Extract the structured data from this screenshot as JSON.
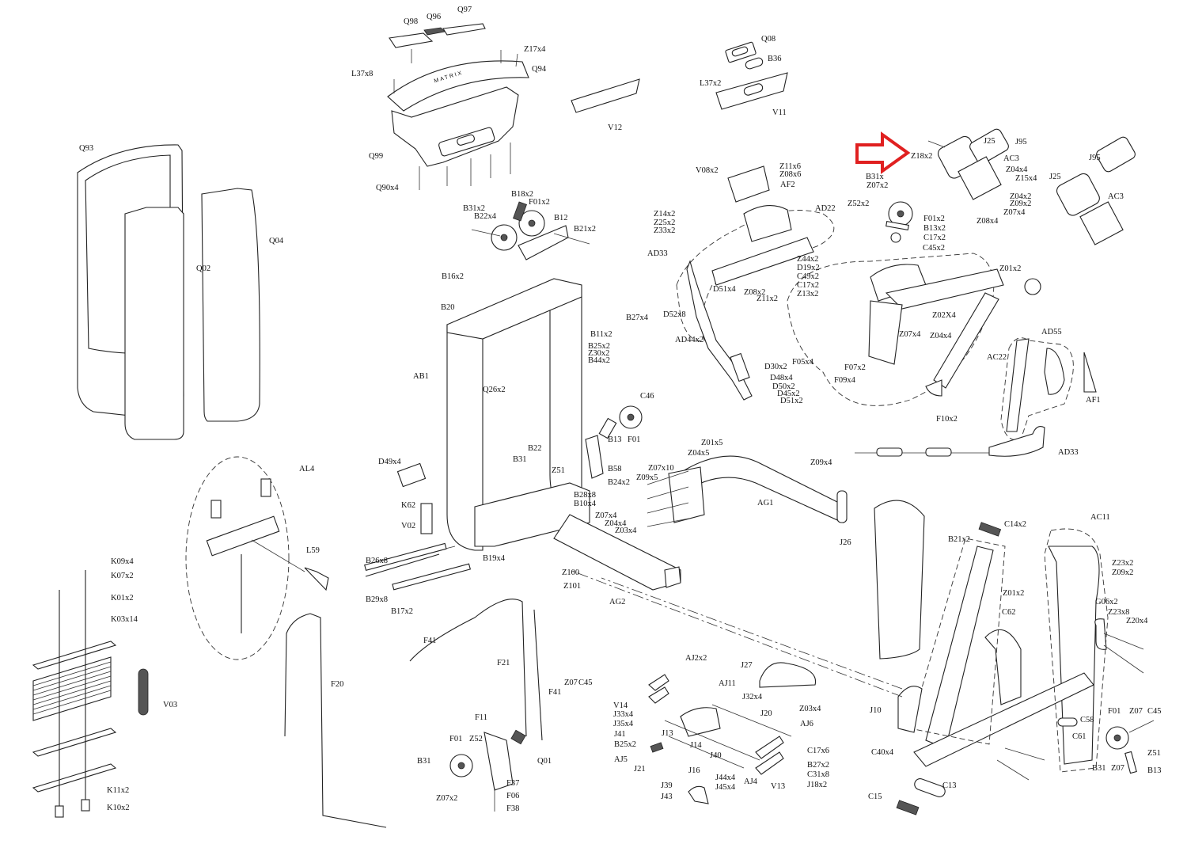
{
  "diagram": {
    "type": "exploded-parts-diagram",
    "brand_mark": "MATRIX",
    "highlight": {
      "label": "Z18x2",
      "color": "#e02020",
      "shape": "arrow-right"
    },
    "labels": {
      "Q98": "Q98",
      "Q96": "Q96",
      "Q97": "Q97",
      "Z17x4": "Z17x4",
      "L37x8": "L37x8",
      "Q94": "Q94",
      "Q99": "Q99",
      "Q90x4": "Q90x4",
      "Q08": "Q08",
      "B36": "B36",
      "L37x2": "L37x2",
      "V12": "V12",
      "V11": "V11",
      "Q93": "Q93",
      "Q02": "Q02",
      "Q04": "Q04",
      "B18x2": "B18x2",
      "F01x2_a": "F01x2",
      "B31x2": "B31x2",
      "B22x4": "B22x4",
      "B12": "B12",
      "B21x2_a": "B21x2",
      "B16x2": "B16x2",
      "B20": "B20",
      "B27x4": "B27x4",
      "B11x2": "B11x2",
      "B25x2_a": "B25x2",
      "Z30x2": "Z30x2",
      "B44x2": "B44x2",
      "Q26x2": "Q26x2",
      "AB1": "AB1",
      "C46": "C46",
      "B13_a": "B13",
      "F01_a": "F01",
      "B22": "B22",
      "B31_a": "B31",
      "Z51_a": "Z51",
      "B58": "B58",
      "B24x2": "B24x2",
      "D49x4": "D49x4",
      "K62": "K62",
      "B28x8": "B28x8",
      "B10x4": "B10x4",
      "V02": "V02",
      "B19x4": "B19x4",
      "B26x8": "B26x8",
      "B29x8": "B29x8",
      "B17x2": "B17x2",
      "Z07x4_a": "Z07x4",
      "Z04x4_a": "Z04x4",
      "Z03x4_a": "Z03x4",
      "Z100": "Z100",
      "Z101": "Z101",
      "AG2": "AG2",
      "Z01x5": "Z01x5",
      "Z04x5": "Z04x5",
      "Z07x10": "Z07x10",
      "Z09x5": "Z09x5",
      "Z09x4": "Z09x4",
      "AG1": "AG1",
      "V08x2": "V08x2",
      "Z11x6": "Z11x6",
      "Z08x6": "Z08x6",
      "AF2": "AF2",
      "AD22": "AD22",
      "Z14x2": "Z14x2",
      "Z25x2": "Z25x2",
      "Z33x2": "Z33x2",
      "AD33_a": "AD33",
      "Z44x2": "Z44x2",
      "D19x2": "D19x2",
      "C49x2": "C49x2",
      "C17x2": "C17x2",
      "Z13x2": "Z13x2",
      "D51x4": "D51x4",
      "Z08x2": "Z08x2",
      "Z11x2": "Z11x2",
      "D52x8": "D52x8",
      "AD44x2": "AD44x2",
      "D30x2": "D30x2",
      "D48x4": "D48x4",
      "D50x2": "D50x2",
      "D45x2": "D45x2",
      "D51x2": "D51x2",
      "F05x4": "F05x4",
      "F07x2": "F07x2",
      "F09x4": "F09x4",
      "F10x2": "F10x2",
      "Z02X4": "Z02X4",
      "Z07x4_b": "Z07x4",
      "Z04x4_b": "Z04x4",
      "AC22": "AC22",
      "Z18x2": "Z18x2",
      "B31x": "B31x",
      "Z07x2_a": "Z07x2",
      "Z52x2": "Z52x2",
      "F01x2_b": "F01x2",
      "B13x2": "B13x2",
      "C17x2_b": "C17x2",
      "C45x2": "C45x2",
      "J25_a": "J25",
      "J95_a": "J95",
      "AC3_a": "AC3",
      "Z04x4_c": "Z04x4",
      "Z15x4": "Z15x4",
      "Z04x2": "Z04x2",
      "Z09x2_a": "Z09x2",
      "Z07x4_c": "Z07x4",
      "Z08x4": "Z08x4",
      "J95_b": "J95",
      "J25_b": "J25",
      "AC3_b": "AC3",
      "Z01x2_a": "Z01x2",
      "AD55": "AD55",
      "AF1": "AF1",
      "AD33_b": "AD33",
      "AL4": "AL4",
      "L59": "L59",
      "F20": "F20",
      "K09x4": "K09x4",
      "K07x2": "K07x2",
      "K01x2": "K01x2",
      "K03x14": "K03x14",
      "V03": "V03",
      "K11x2": "K11x2",
      "K10x2": "K10x2",
      "F41_a": "F41",
      "F21": "F21",
      "F41_b": "F41",
      "Z07_a": "Z07",
      "C45_a": "C45",
      "F11": "F11",
      "F01_b": "F01",
      "Z52": "Z52",
      "Q01": "Q01",
      "B31_b": "B31",
      "Z07x2_b": "Z07x2",
      "F37": "F37",
      "F06": "F06",
      "F38": "F38",
      "AJ2x2": "AJ2x2",
      "J27": "J27",
      "AJ11": "AJ11",
      "V14": "V14",
      "J33x4": "J33x4",
      "J35x4": "J35x4",
      "J32x4": "J32x4",
      "Z03x4_b": "Z03x4",
      "J20": "J20",
      "AJ6": "AJ6",
      "J41": "J41",
      "B25x2_b": "B25x2",
      "J13": "J13",
      "J14": "J14",
      "AJ5": "AJ5",
      "J40": "J40",
      "C17x6": "C17x6",
      "J21": "J21",
      "J16": "J16",
      "B27x2": "B27x2",
      "C31x8": "C31x8",
      "J44x4": "J44x4",
      "J45x4": "J45x4",
      "AJ4": "AJ4",
      "V13": "V13",
      "J18x2": "J18x2",
      "J39": "J39",
      "J43": "J43",
      "J26": "J26",
      "C14x2": "C14x2",
      "B21x2_b": "B21x2",
      "AC11": "AC11",
      "Z23x2": "Z23x2",
      "Z09x2_b": "Z09x2",
      "Z01x2_b": "Z01x2",
      "C62": "C62",
      "G06x2": "G06x2",
      "Z23x8": "Z23x8",
      "Z20x4": "Z20x4",
      "J10": "J10",
      "C40x4": "C40x4",
      "C58": "C58",
      "C61": "C61",
      "C15": "C15",
      "C13": "C13",
      "F01_c": "F01",
      "Z07_b": "Z07",
      "C45_b": "C45",
      "Z51_b": "Z51",
      "B31_c": "B31",
      "Z07_c": "Z07",
      "B13_b": "B13"
    }
  }
}
